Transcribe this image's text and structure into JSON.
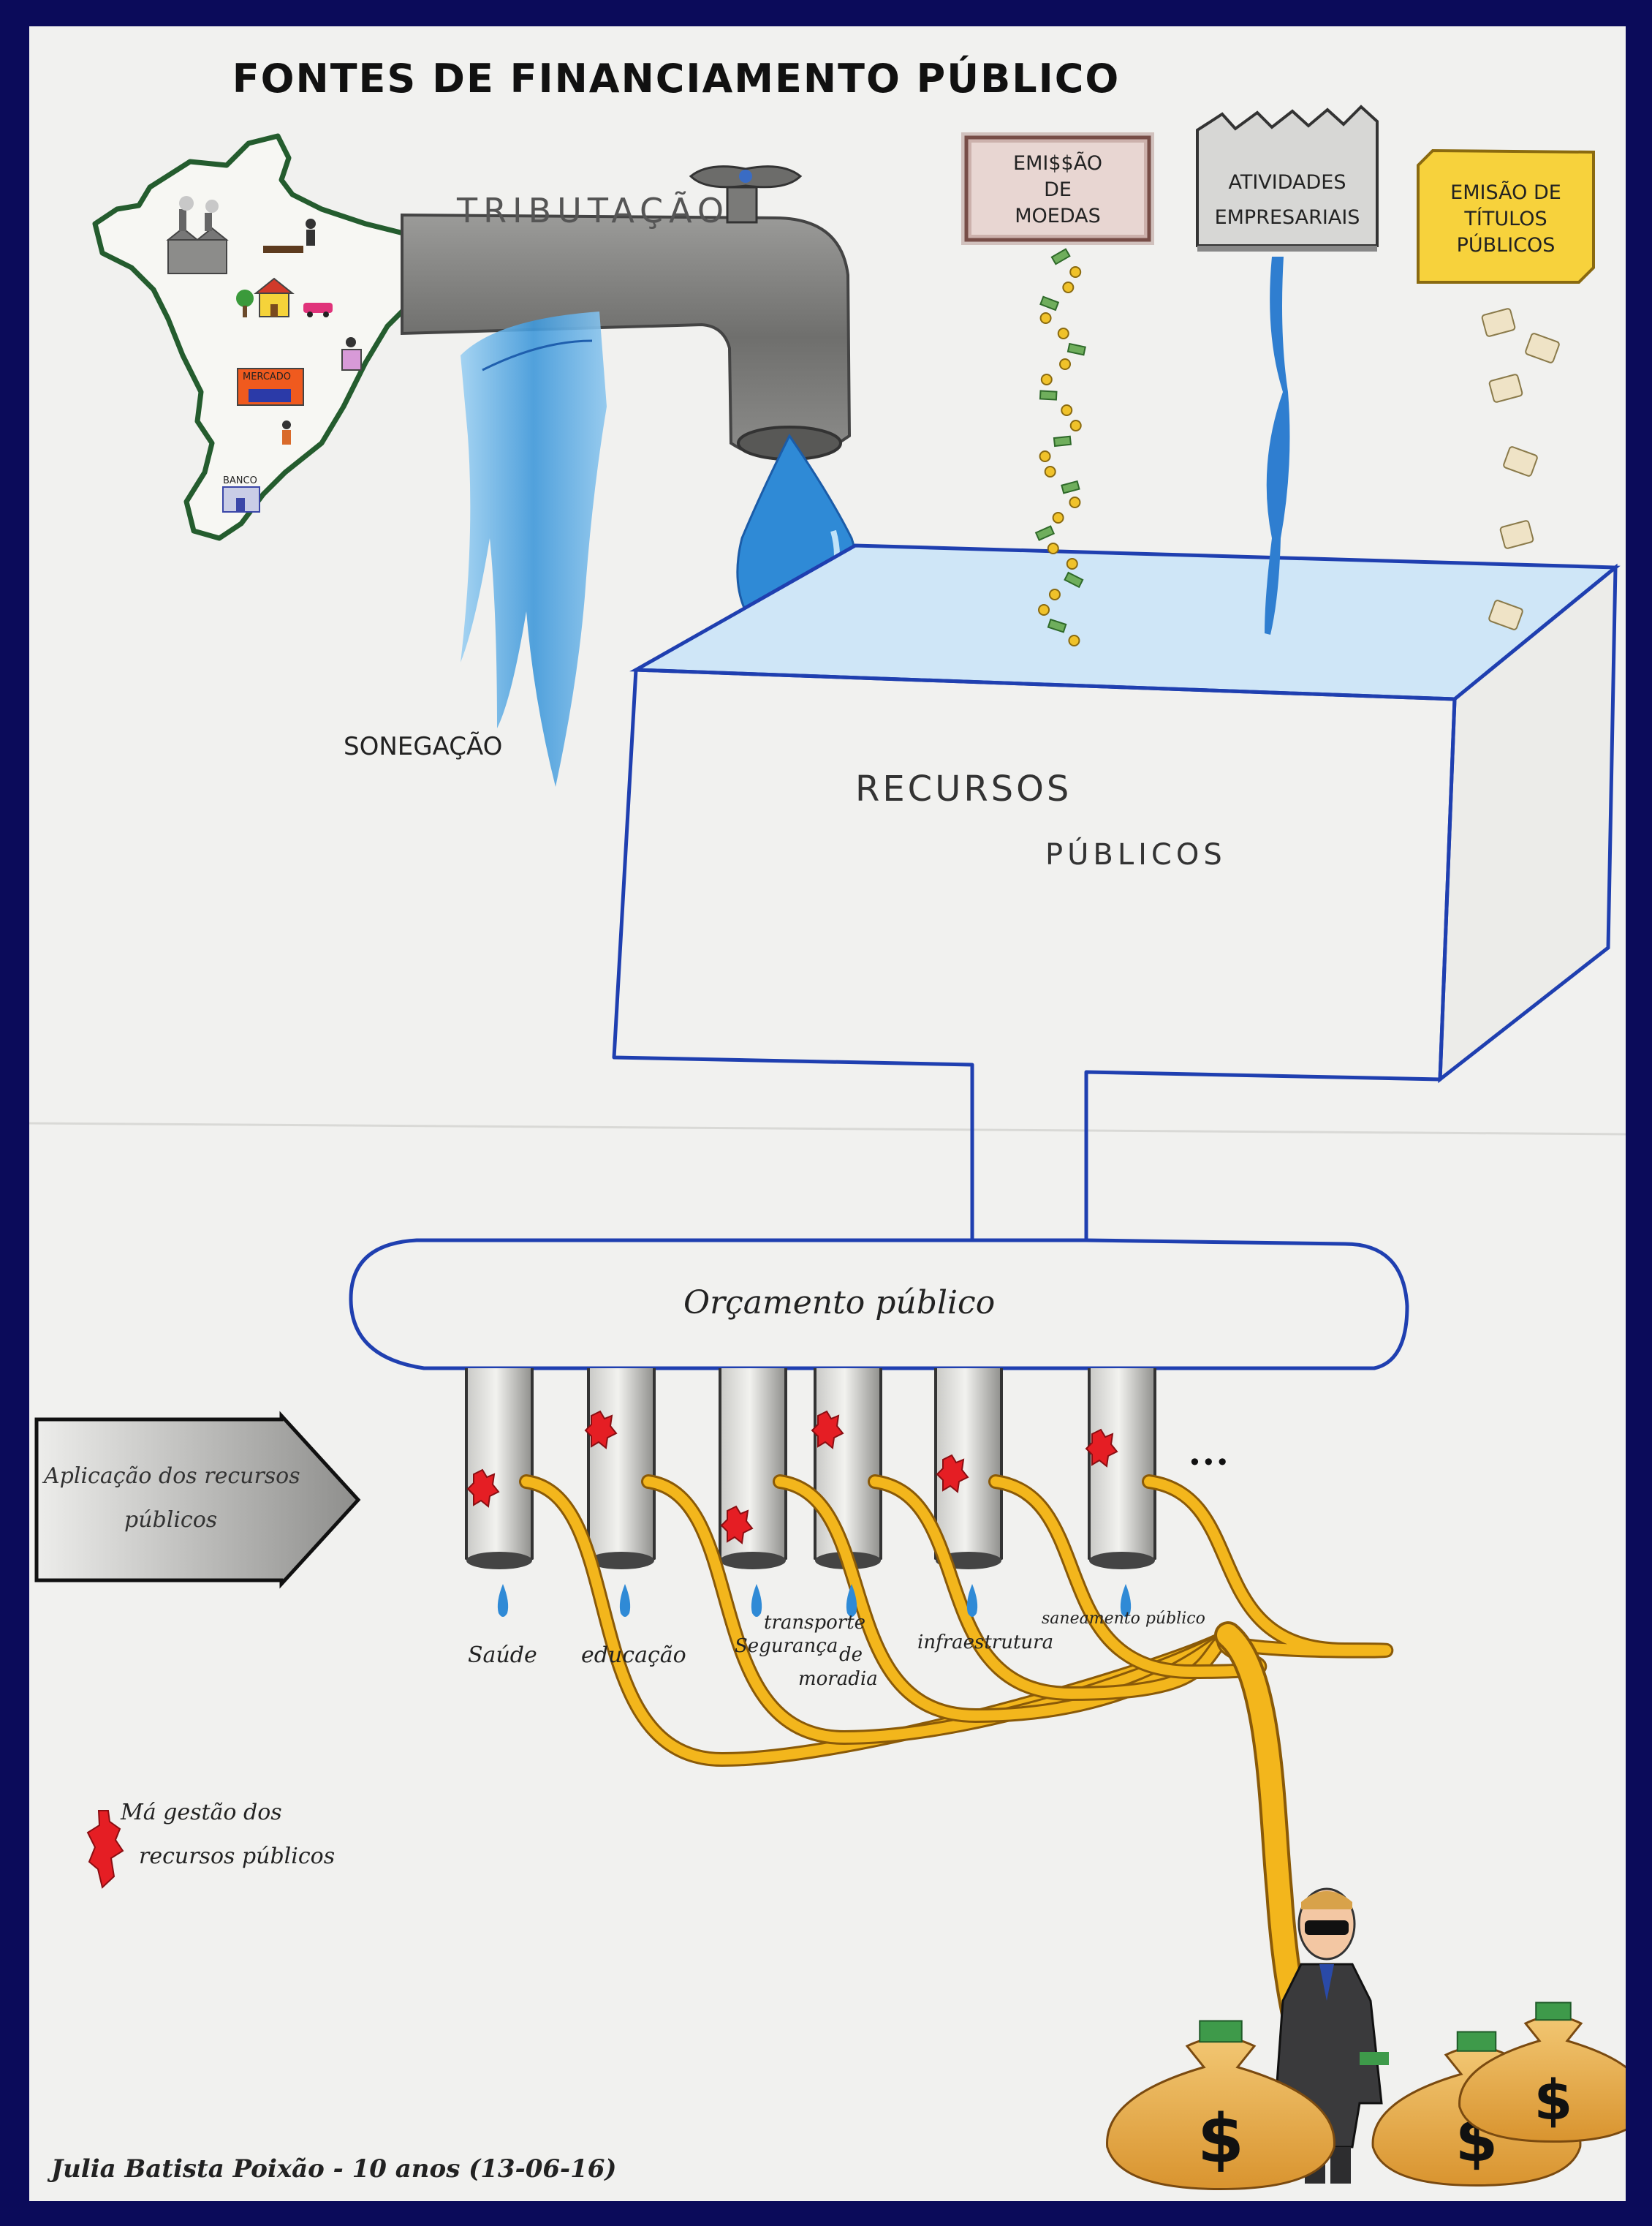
{
  "title": "FONTES DE FINANCIAMENTO PÚBLICO",
  "labels": {
    "tributacao": "TRIBUTAÇÃO",
    "sonegacao": "SONEGAÇÃO",
    "recursos_1": "RECURSOS",
    "recursos_2": "PÚBLICOS",
    "orcamento": "Orçamento público",
    "aplicacao_1": "Aplicação dos recursos",
    "aplicacao_2": "públicos",
    "ellipsis": "•••",
    "legend_1": "Má gestão dos",
    "legend_2": "recursos públicos",
    "signature": "Julia Batista Poixão - 10 anos (13-06-16)"
  },
  "map_labels": {
    "mercado": "MERCADO",
    "banco": "BANCO"
  },
  "sources": [
    {
      "id": "emissao-moedas",
      "lines": [
        "EMI$$ÃO",
        "DE",
        "MOEDAS"
      ]
    },
    {
      "id": "atividades",
      "lines": [
        "ATIVIDADES",
        "EMPRESARIAIS"
      ]
    },
    {
      "id": "titulos",
      "lines": [
        "EMISÃO DE",
        "TÍTULOS",
        "PÚBLICOS"
      ]
    }
  ],
  "outlets": [
    "Saúde",
    "educação",
    "Segurança",
    "transporte",
    "de",
    "moradia",
    "infraestrutura",
    "saneamento público"
  ],
  "money_symbol": "$",
  "colors": {
    "water": "#3a8fd6",
    "pipe_outline": "#1f3fb0",
    "diversion": "#f3b61c",
    "mismanagement": "#e51e24",
    "faucet": "#8a8a88"
  }
}
